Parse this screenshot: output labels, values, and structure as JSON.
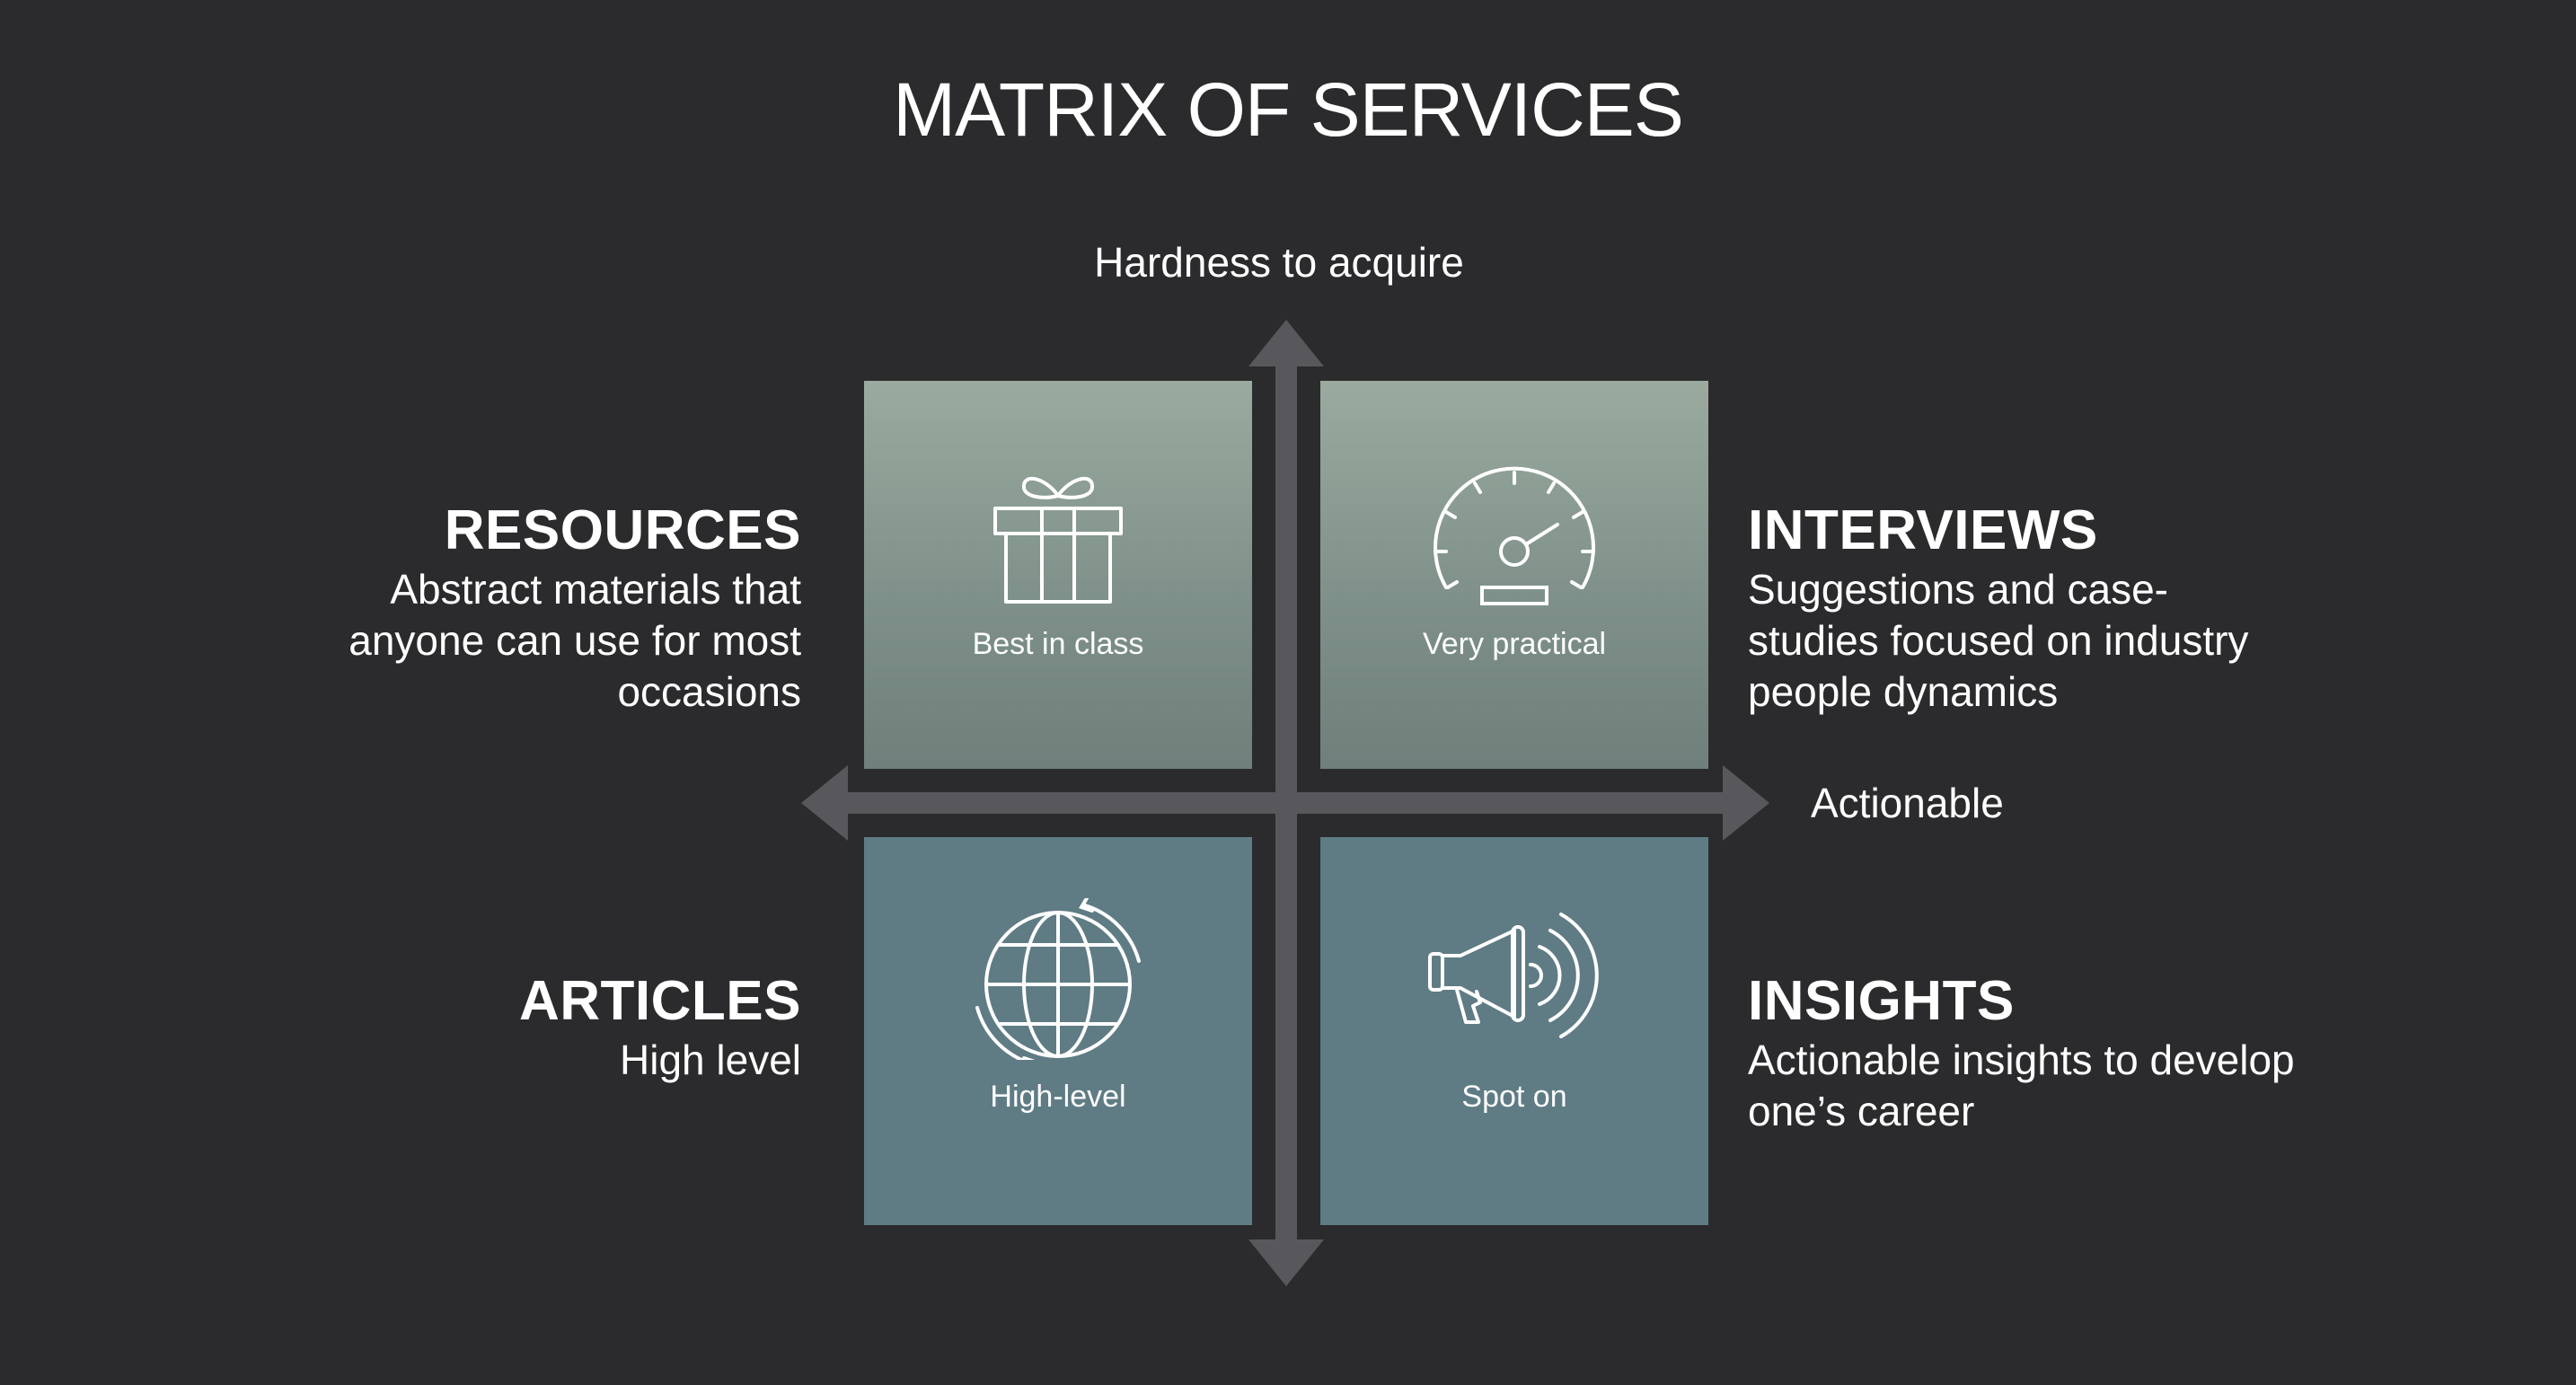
{
  "title": "MATRIX OF SERVICES",
  "axes": {
    "vertical_label": "Hardness to acquire",
    "horizontal_label": "Actionable"
  },
  "quadrants": {
    "top_left": {
      "heading": "RESOURCES",
      "description_lines": [
        "Abstract materials that",
        "anyone can use for most",
        "occasions"
      ],
      "tile_caption": "Best in class",
      "icon": "gift-icon"
    },
    "top_right": {
      "heading": "INTERVIEWS",
      "description_lines": [
        "Suggestions and case-",
        "studies focused on industry",
        "people dynamics"
      ],
      "tile_caption": "Very practical",
      "icon": "speedometer-icon"
    },
    "bottom_left": {
      "heading": "ARTICLES",
      "description_lines": [
        "High level"
      ],
      "tile_caption": "High-level",
      "icon": "globe-icon"
    },
    "bottom_right": {
      "heading": "INSIGHTS",
      "description_lines": [
        "Actionable insights to develop",
        "one’s career"
      ],
      "tile_caption": "Spot on",
      "icon": "megaphone-icon"
    }
  },
  "colors": {
    "background": "#2b2b2d",
    "axis": "#58575c",
    "tile_top": "#8a9b93",
    "tile_bottom": "#5f7c85",
    "text": "#ffffff"
  }
}
